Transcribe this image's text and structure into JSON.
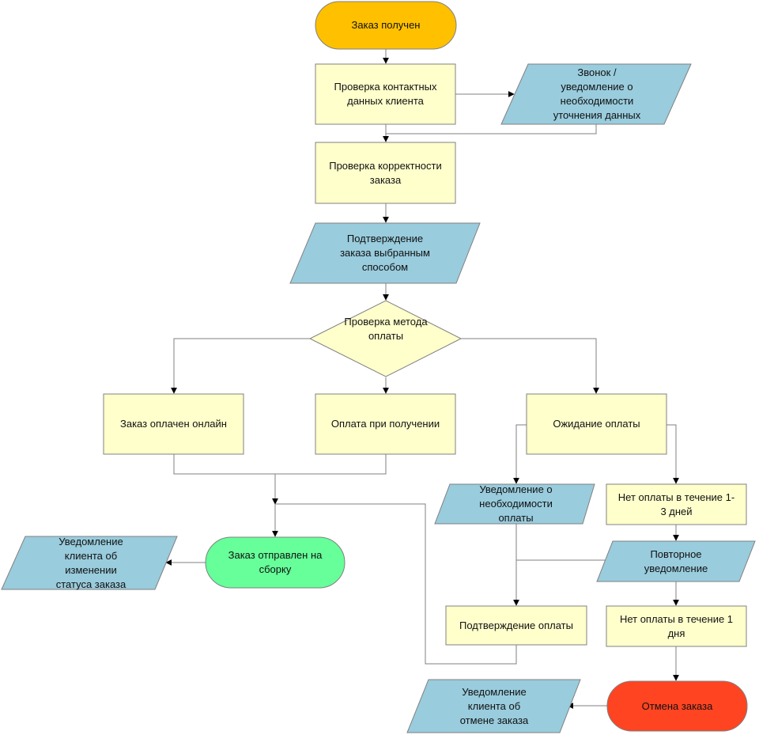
{
  "nodes": {
    "order_received": "Заказ получен",
    "check_contacts": "Проверка контактных\nданных клиента",
    "call_notify": "Звонок /\nуведомление о\nнеобходимости\nуточнения данных",
    "check_order": "Проверка корректности\nзаказа",
    "confirm_order": "Подтверждение\nзаказа выбранным\nспособом",
    "payment_method": "Проверка метода\nоплаты",
    "paid_online": "Заказ оплачен онлайн",
    "pay_on_delivery": "Оплата при получении",
    "awaiting_payment": "Ожидание оплаты",
    "notify_payment_needed": "Уведомление о\nнеобходимости\nоплаты",
    "no_payment_1_3": "Нет оплаты в течение 1-\n3 дней",
    "repeat_notice": "Повторное\nуведомление",
    "no_payment_1": "Нет оплаты в течение 1\nдня",
    "payment_confirmed": "Подтверждение оплаты",
    "sent_to_assembly": "Заказ отправлен на\nсборку",
    "notify_status_change": "Уведомление\nклиента об\nизменении\nстатуса заказа",
    "cancel_order": "Отмена заказа",
    "notify_cancel": "Уведомление\nклиента об\nотмене заказа"
  },
  "colors": {
    "start": "#FFC000",
    "process": "#FFFFCC",
    "io": "#99CCDD",
    "decision": "#FFFFCC",
    "success": "#66FF99",
    "cancel": "#FF4422",
    "stroke": "#808080"
  }
}
